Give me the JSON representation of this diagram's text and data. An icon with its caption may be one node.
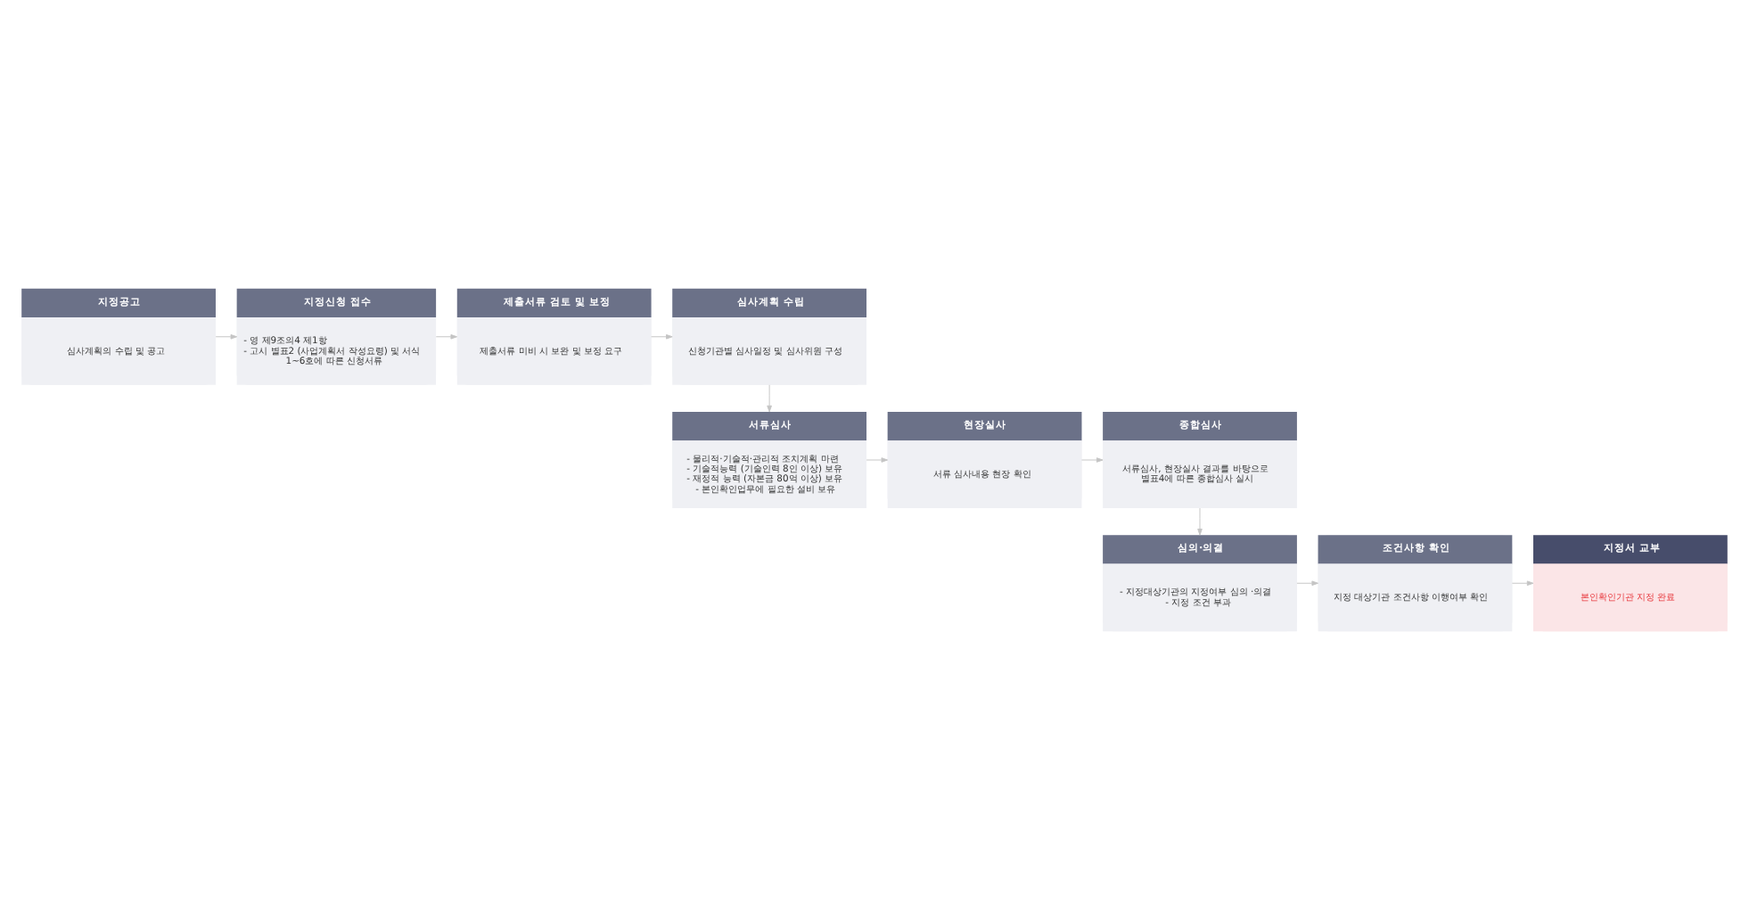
{
  "diagram": {
    "nodes": [
      {
        "text": [
          "지정공고",
          "심사계획의 수립 및 공고"
        ]
      },
      {
        "text": [
          "지정신청 접수",
          "- 영 제9조의4 제1항",
          "- 고시 별표2 (사업계획서 작성요령) 및 서식 1~6호에 따른 신청서류"
        ]
      },
      {
        "text": [
          "제출서류 검토 및 보정",
          "제출서류 미비 시 보완 및 보정 요구"
        ]
      },
      {
        "text": [
          "심사계획 수립",
          "신청기관별 심사일정 및 심사위원 구성"
        ]
      },
      {
        "text": [
          "서류심사",
          "- 물리적·기술적·관리적 조치계획 마련",
          "- 기술적능력 (기술인력 8인 이상) 보유",
          "- 재정적 능력 (자본금 80억 이상) 보유",
          "- 본인확인업무에 필요한 설비 보유"
        ]
      },
      {
        "text": [
          "현장실사",
          "서류 심사내용 현장 확인"
        ]
      },
      {
        "text": [
          "종합심사",
          "서류심사, 현장실사 결과를 바탕으로 별표4에 따른 종합심사 실시"
        ]
      },
      {
        "text": [
          "심의·의결",
          "- 지정대상기관의 지정여부 심의 ·의결",
          "- 지정 조건 부과"
        ]
      },
      {
        "text": [
          "조건사항 확인",
          "지정 대상기관 조건사항 이행여부 확인"
        ]
      },
      {
        "text": [
          "지정서 교부",
          "본인확인기관 지정 완료"
        ]
      }
    ],
    "edges": [
      {
        "from": 0,
        "to": 1,
        "arrow": "to"
      },
      {
        "from": 1,
        "to": 2,
        "arrow": "to"
      },
      {
        "from": 2,
        "to": 3,
        "arrow": "to"
      },
      {
        "from": 3,
        "to": 4,
        "arrow": "to"
      },
      {
        "from": 4,
        "to": 5,
        "arrow": "to"
      },
      {
        "from": 5,
        "to": 6,
        "arrow": "to"
      },
      {
        "from": 6,
        "to": 7,
        "arrow": "to"
      },
      {
        "from": 7,
        "to": 8,
        "arrow": "to"
      },
      {
        "from": 8,
        "to": 9,
        "arrow": "to"
      }
    ]
  }
}
